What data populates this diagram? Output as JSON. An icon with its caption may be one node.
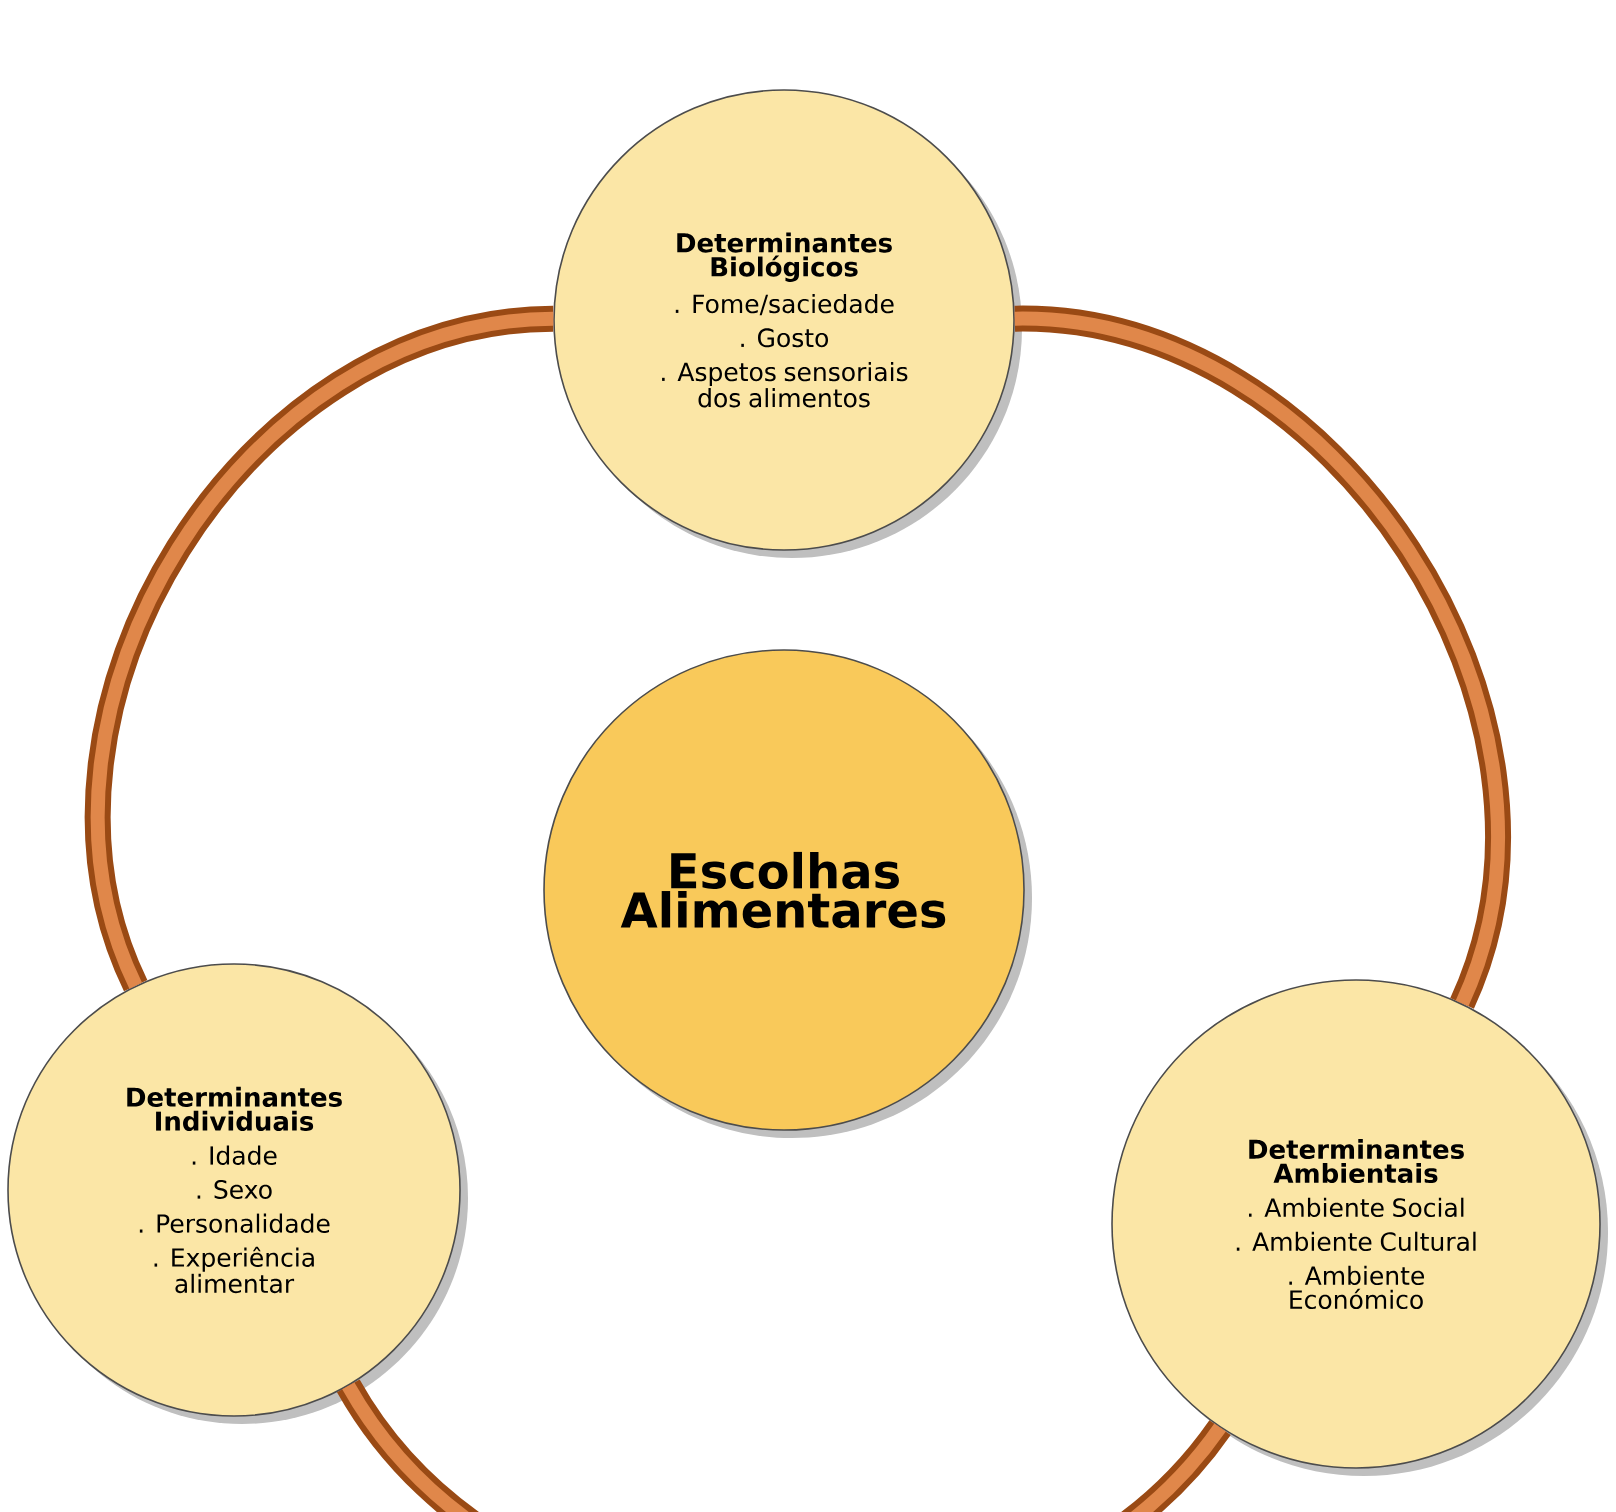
{
  "diagram": {
    "nodes": [
      {
        "text": [
          "Determinantes Biológicos",
          ". Fome/saciedade",
          ". Gosto",
          ". Aspetos sensoriais dos alimentos"
        ]
      },
      {
        "text": [
          "Escolhas Alimentares"
        ]
      },
      {
        "text": [
          "Determinantes Individuais",
          ". Idade",
          ". Sexo",
          ". Personalidade",
          ". Experiência alimentar"
        ]
      },
      {
        "text": [
          "Determinantes Ambientais",
          ". Ambiente Social",
          ". Ambiente Cultural",
          ". Ambiente Económico"
        ]
      }
    ],
    "edges": [
      {
        "from": 0,
        "to": 3,
        "arrow": "none"
      },
      {
        "from": 3,
        "to": 2,
        "arrow": "none"
      },
      {
        "from": 2,
        "to": 0,
        "arrow": "none"
      }
    ]
  }
}
